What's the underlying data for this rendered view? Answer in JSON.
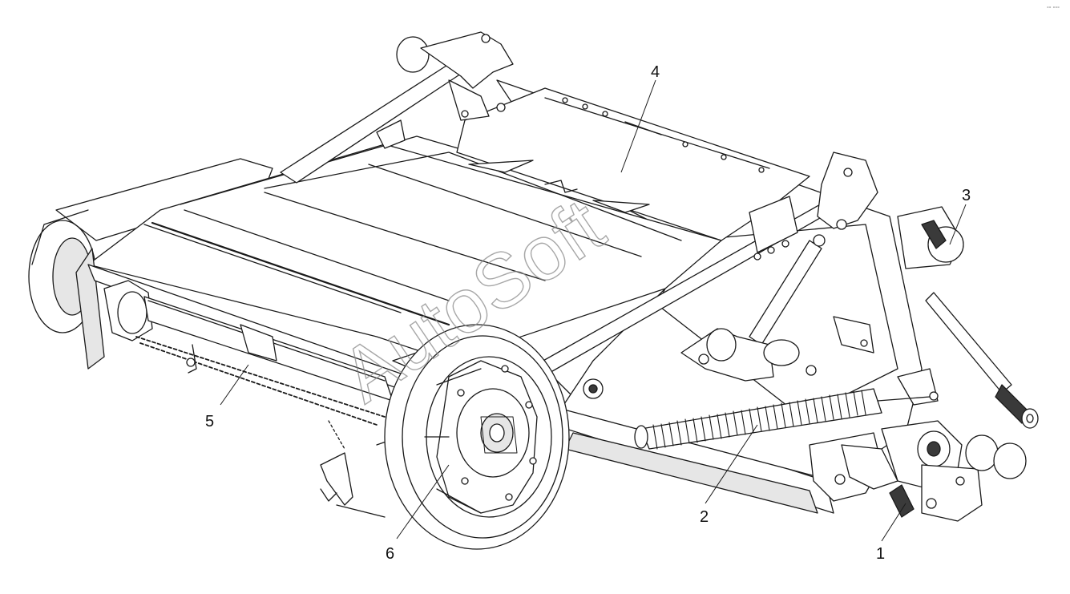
{
  "watermark": "AutoSoft",
  "corner_mark": "°° °°°",
  "callouts": [
    {
      "id": "1",
      "label": "1"
    },
    {
      "id": "2",
      "label": "2"
    },
    {
      "id": "3",
      "label": "3"
    },
    {
      "id": "4",
      "label": "4"
    },
    {
      "id": "5",
      "label": "5"
    },
    {
      "id": "6",
      "label": "6"
    }
  ],
  "colors": {
    "line": "#1a1a1a",
    "fill": "#ffffff",
    "shade": "#e6e6e6",
    "dark": "#3a3a3a"
  }
}
